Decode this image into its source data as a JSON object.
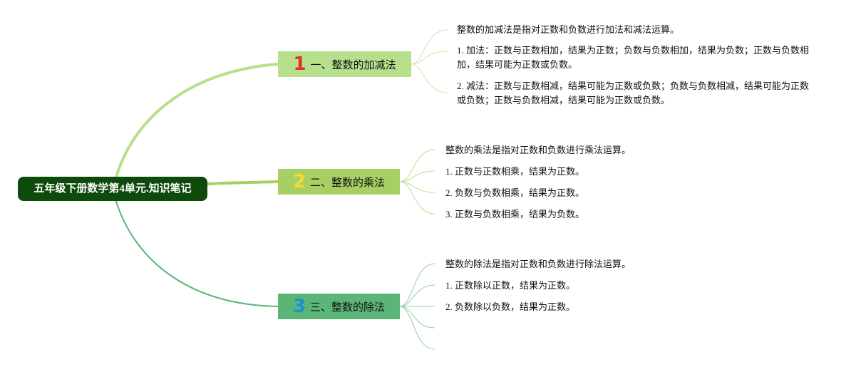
{
  "root": {
    "label": "五年级下册数学第4单元.知识笔记"
  },
  "branches": [
    {
      "number": "1",
      "label": "一、整数的加减法",
      "items": [
        "整数的加减法是指对正数和负数进行加法和减法运算。",
        "1. 加法：正数与正数相加，结果为正数；负数与负数相加，结果为负数；正数与负数相加，结果可能为正数或负数。",
        "2. 减法：正数与正数相减，结果可能为正数或负数；负数与负数相减，结果可能为正数或负数；正数与负数相减，结果可能为正数或负数。"
      ]
    },
    {
      "number": "2",
      "label": "二、整数的乘法",
      "items": [
        "整数的乘法是指对正数和负数进行乘法运算。",
        "1. 正数与正数相乘，结果为正数。",
        "2. 负数与负数相乘，结果为正数。",
        "3. 正数与负数相乘，结果为负数。"
      ]
    },
    {
      "number": "3",
      "label": "三、整数的除法",
      "items": [
        "整数的除法是指对正数和负数进行除法运算。",
        "1. 正数除以正数，结果为正数。",
        "2. 负数除以负数，结果为正数。",
        "",
        ""
      ]
    }
  ],
  "colors": {
    "root_bg": "#0d4a0b",
    "branch_1_bg": "#b7e08c",
    "branch_2_bg": "#a8cf64",
    "branch_3_bg": "#5bb577",
    "number_1": "#e0302b",
    "number_2": "#f4d93a",
    "number_3": "#1b8fd8"
  }
}
